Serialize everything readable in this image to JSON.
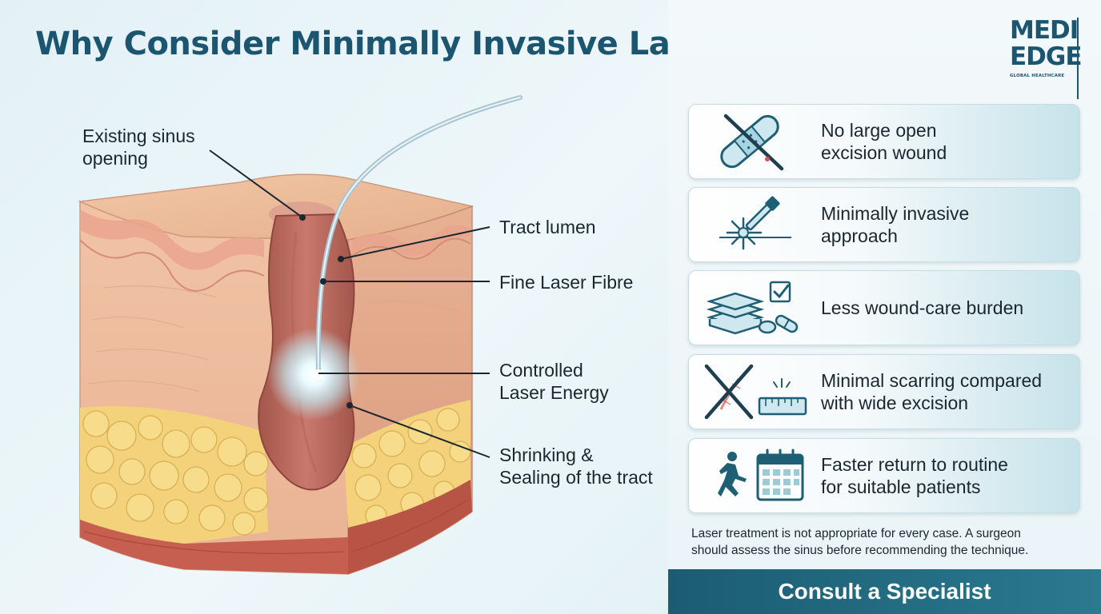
{
  "title": "Why Consider Minimally Invasive Laser Treatment?",
  "logo": {
    "line1": "MEDI",
    "line2": "EDGE",
    "line3": "GLOBAL HEALTHCARE"
  },
  "diagram": {
    "labels": {
      "sinus_opening": "Existing sinus\nopening",
      "tract_lumen": "Tract lumen",
      "laser_fibre": "Fine Laser Fibre",
      "laser_energy": "Controlled\nLaser Energy",
      "sealing": "Shrinking &\nSealing of the tract"
    }
  },
  "benefits": [
    {
      "text": "No large open\nexcision wound",
      "icon": "crossed-bandage-icon"
    },
    {
      "text": "Minimally invasive\napproach",
      "icon": "laser-probe-icon"
    },
    {
      "text": "Less wound-care burden",
      "icon": "dressing-supplies-icon"
    },
    {
      "text": "Minimal scarring compared\nwith wide excision",
      "icon": "scar-ruler-icon"
    },
    {
      "text": "Faster return to routine\nfor suitable patients",
      "icon": "running-calendar-icon"
    }
  ],
  "note": "Laser treatment is not appropriate for every case. A surgeon\nshould assess the sinus before recommending the technique.",
  "cta": "Consult a Specialist",
  "colors": {
    "brand": "#1c5570",
    "cta": "#1b5c73",
    "accent": "#2a7a90"
  }
}
